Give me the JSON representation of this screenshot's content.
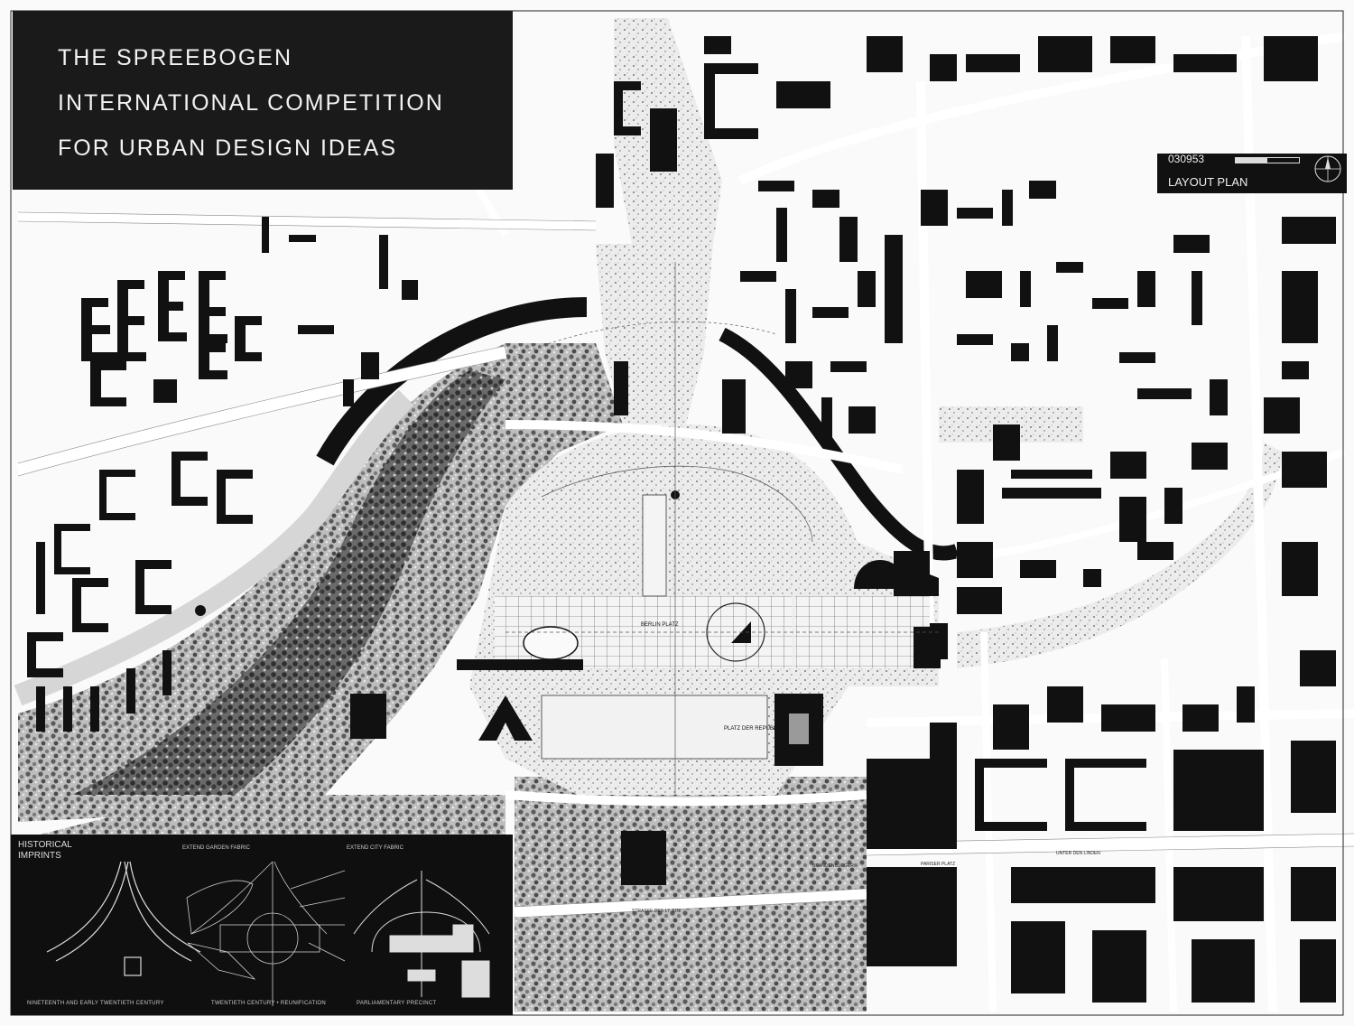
{
  "title": {
    "line1": "THE SPREEBOGEN",
    "line2": "INTERNATIONAL COMPETITION",
    "line3": "FOR URBAN DESIGN IDEAS"
  },
  "plan": {
    "sheet_number": "030953",
    "label": "LAYOUT PLAN"
  },
  "places": {
    "berlin_platz": "BERLIN PLATZ",
    "platz_der_republik": "PLATZ DER REPUBLIK",
    "pariser_platz": "PARISER PLATZ",
    "unter_den_linden": "UNTER DEN LINDEN",
    "strasse_des_17_juni": "STRASSE DES 17 JUNI",
    "brandenburger": "BRANDENBURGER"
  },
  "inset": {
    "title": "HISTORICAL IMPRINTS",
    "sub_garden": "EXTEND GARDEN FABRIC",
    "sub_city": "EXTEND CITY FABRIC",
    "caption_1": "NINETEENTH AND EARLY TWENTIETH CENTURY",
    "caption_2": "TWENTIETH CENTURY • REUNIFICATION",
    "caption_3": "PARLIAMENTARY PRECINCT"
  },
  "colors": {
    "ink": "#111111",
    "paper": "#fafafa",
    "park": "#9a9a9a",
    "road": "#ffffff"
  }
}
